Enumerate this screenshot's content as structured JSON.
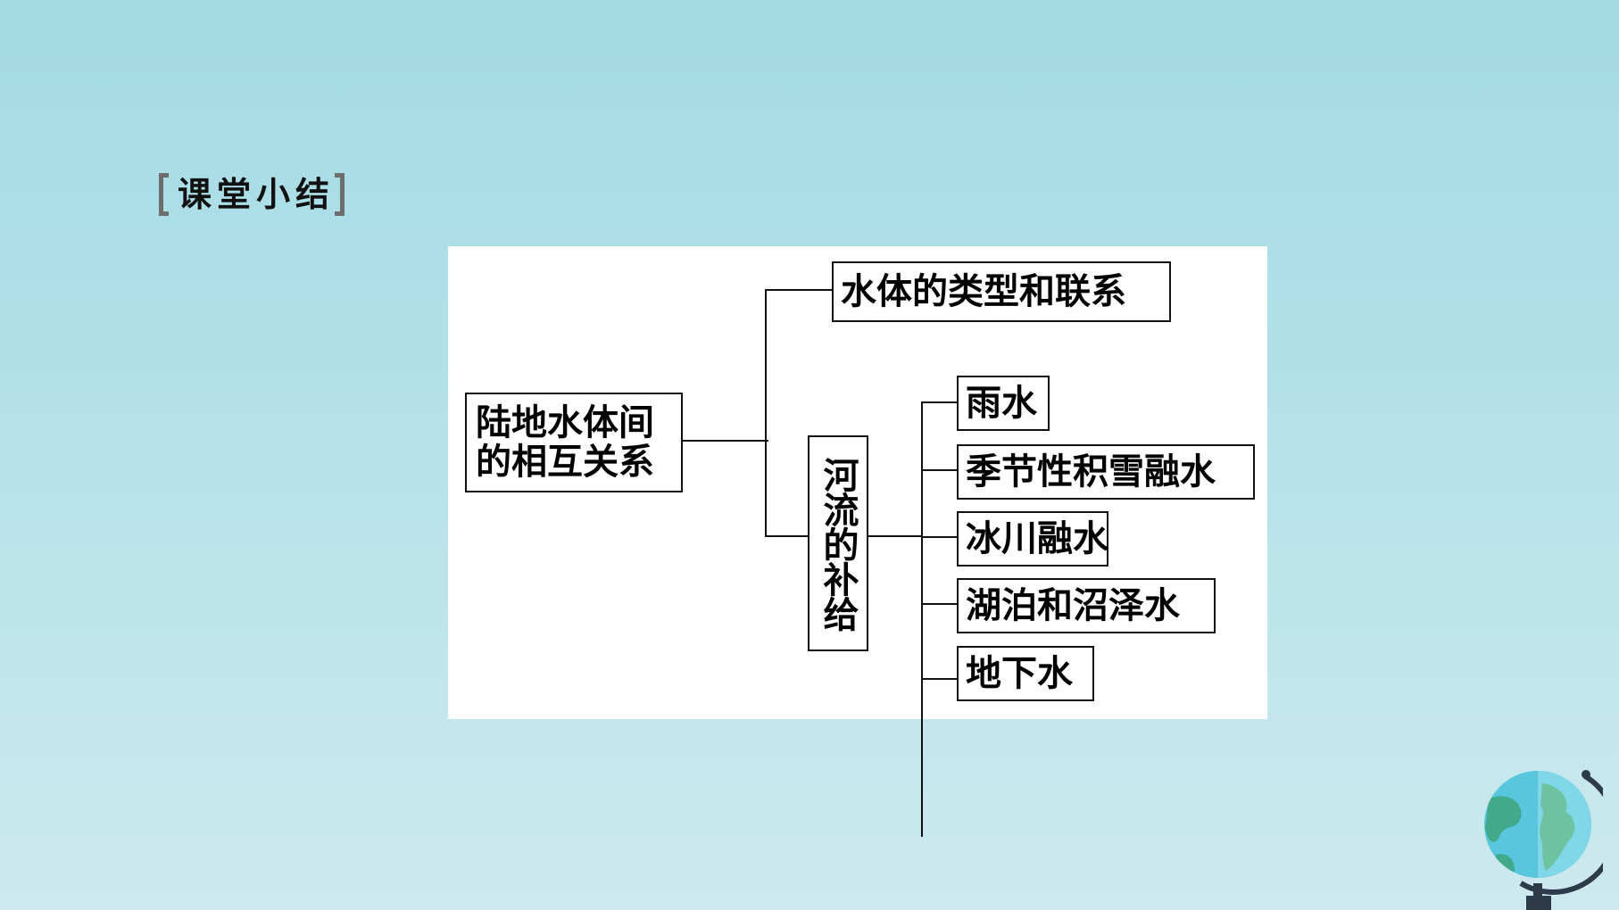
{
  "section_title": "课堂小结",
  "diagram": {
    "root": {
      "line1": "陆地水体间",
      "line2": "的相互关系"
    },
    "branch_top": "水体的类型和联系",
    "branch_bottom": "河流的补给",
    "supply_items": [
      "雨水",
      "季节性积雪融水",
      "冰川融水",
      "湖泊和沼泽水",
      "地下水"
    ]
  },
  "colors": {
    "background_top": "#a3dae4",
    "background_bottom": "#cde9ee",
    "panel": "#ffffff",
    "line": "#111111"
  },
  "icons": [
    "globe-icon"
  ]
}
